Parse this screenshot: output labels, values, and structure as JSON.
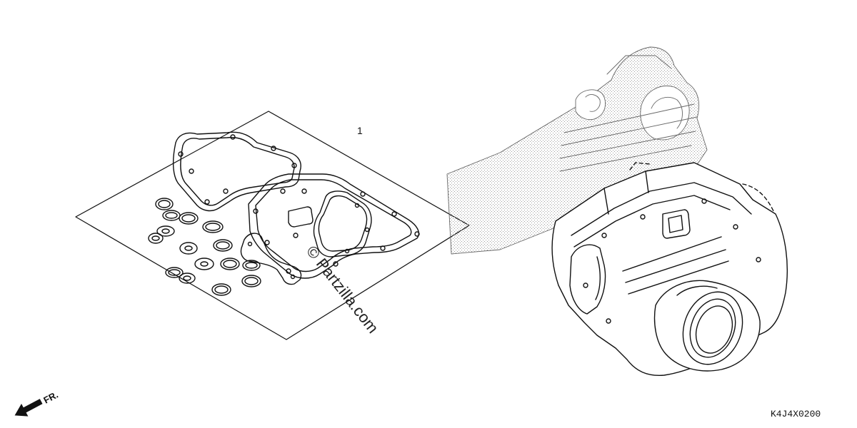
{
  "callouts": {
    "part_1": "1"
  },
  "direction": {
    "label": "FR."
  },
  "watermark": {
    "text": "© Partzilla.com"
  },
  "diagram_code": "K4J4X0200",
  "colors": {
    "ink": "#111111",
    "stipple": "#9a9a9a",
    "background": "#ffffff"
  },
  "icons": {
    "front_arrow": "arrow-down-left-icon"
  }
}
